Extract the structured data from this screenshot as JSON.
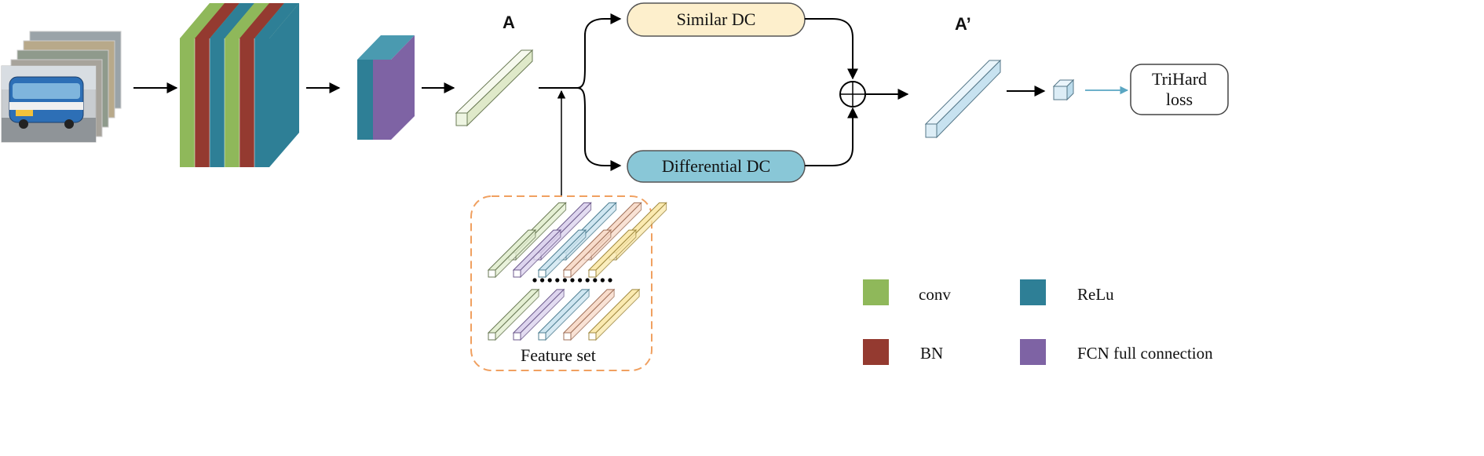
{
  "labels": {
    "tensor_a": "A",
    "tensor_a_prime": "A’",
    "similar_dc": "Similar DC",
    "differential_dc": "Differential DC",
    "trihard_line1": "TriHard",
    "trihard_line2": "loss",
    "feature_set": "Feature set"
  },
  "legend": [
    {
      "label": "conv",
      "color": "#8fb85a"
    },
    {
      "label": "ReLu",
      "color": "#2e7f96"
    },
    {
      "label": "BN",
      "color": "#943a30"
    },
    {
      "label": "FCN full connection",
      "color": "#7e63a4"
    }
  ],
  "colors": {
    "conv": "#8fb85a",
    "bn": "#943a30",
    "relu": "#2e7f96",
    "fcn": "#7e63a4",
    "similar_dc_fill": "#fdefcc",
    "differential_dc_fill": "#89c7d7",
    "feature_set_border": "#f0a060",
    "tensor_a_fill": "#eef5e2",
    "tensor_a_prime_fill": "#dcedf6",
    "output_arrow": "#5aa6c2"
  },
  "icons": [
    "input-images-stack",
    "conv-block",
    "fcn-block",
    "tensor-bar",
    "sum-circle",
    "arrow-right",
    "arrow-up",
    "arrow-down"
  ]
}
